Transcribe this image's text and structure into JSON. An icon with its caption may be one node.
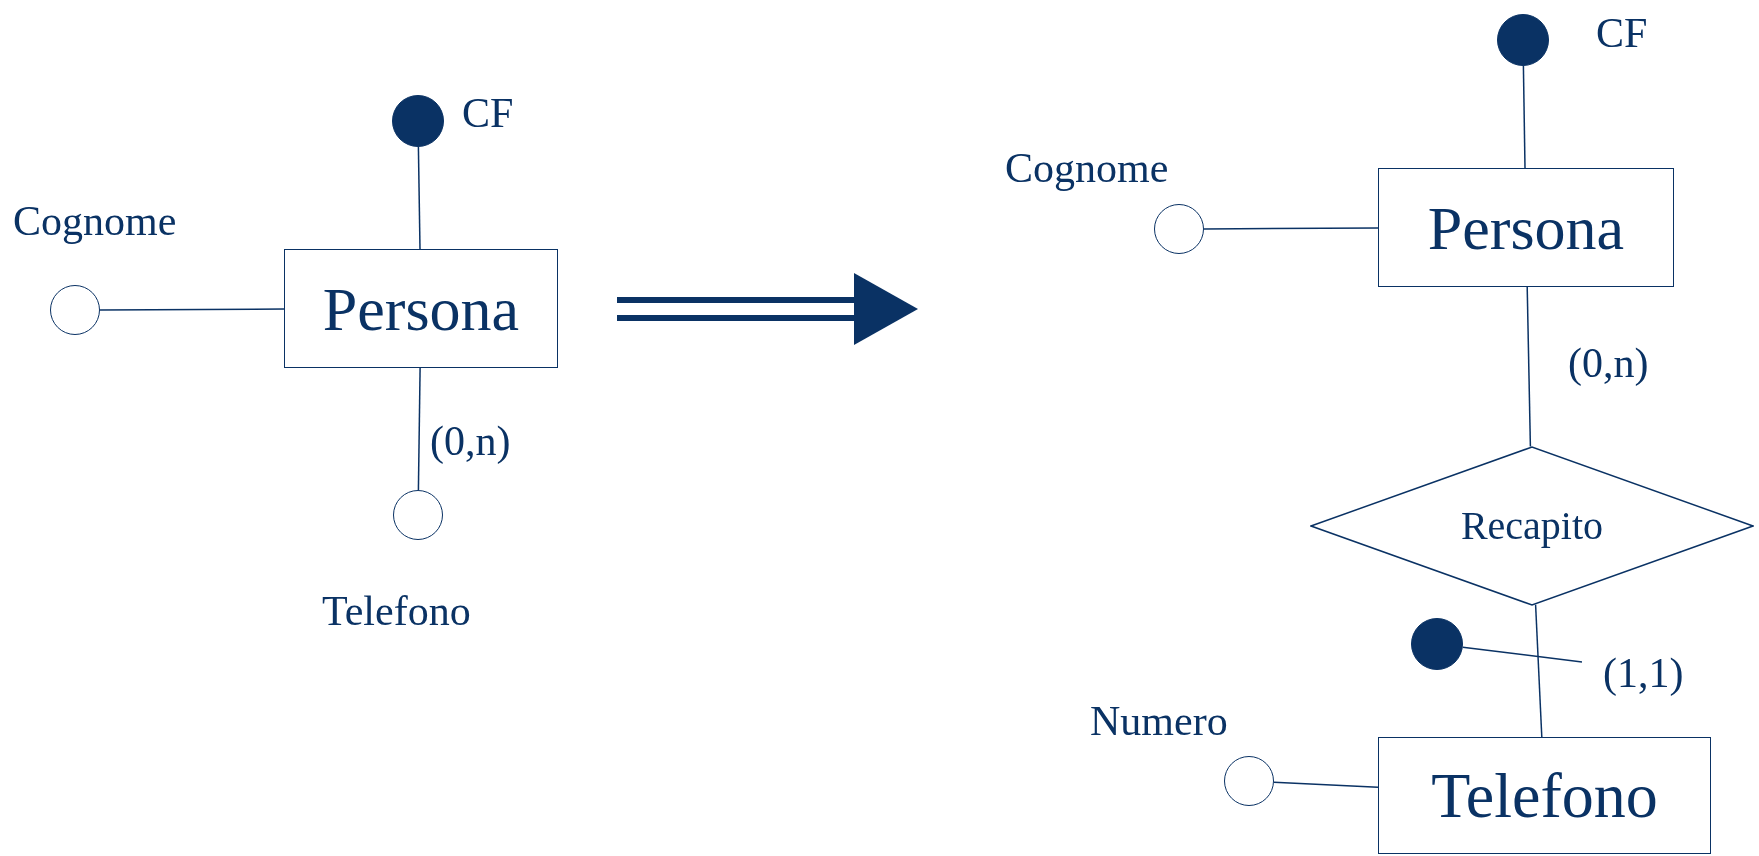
{
  "diagram": {
    "nodes": [
      {
        "text": [
          "Persona"
        ]
      },
      {
        "text": [],
        "shape": "circle",
        "beside": [
          "CF"
        ]
      },
      {
        "text": [],
        "shape": "circle",
        "beside": [
          "Cognome"
        ]
      },
      {
        "text": [],
        "shape": "circle",
        "beside": [
          "Telefono"
        ]
      },
      {
        "text": [
          "Persona"
        ]
      },
      {
        "text": [],
        "shape": "circle",
        "beside": [
          "CF"
        ]
      },
      {
        "text": [],
        "shape": "circle",
        "beside": [
          "Cognome"
        ]
      },
      {
        "text": [
          "Recapito"
        ]
      },
      {
        "text": [],
        "shape": "circle"
      },
      {
        "text": [],
        "shape": "circle",
        "beside": [
          "Numero"
        ]
      },
      {
        "text": [
          "Telefono"
        ]
      }
    ],
    "edges": [
      {
        "from": 1,
        "to": 0,
        "arrow": "none"
      },
      {
        "from": 2,
        "to": 0,
        "arrow": "none"
      },
      {
        "from": 0,
        "to": 3,
        "arrow": "none",
        "label": "(0,n)"
      },
      {
        "from": 5,
        "to": 4,
        "arrow": "none"
      },
      {
        "from": 6,
        "to": 4,
        "arrow": "none"
      },
      {
        "from": 4,
        "to": 7,
        "arrow": "none",
        "label": "(0,n)"
      },
      {
        "from": 7,
        "to": 10,
        "arrow": "none",
        "label": "(1,1)"
      },
      {
        "from": 9,
        "to": 10,
        "arrow": "none"
      },
      {
        "from": 8,
        "to": null,
        "arrow": "none"
      }
    ]
  }
}
